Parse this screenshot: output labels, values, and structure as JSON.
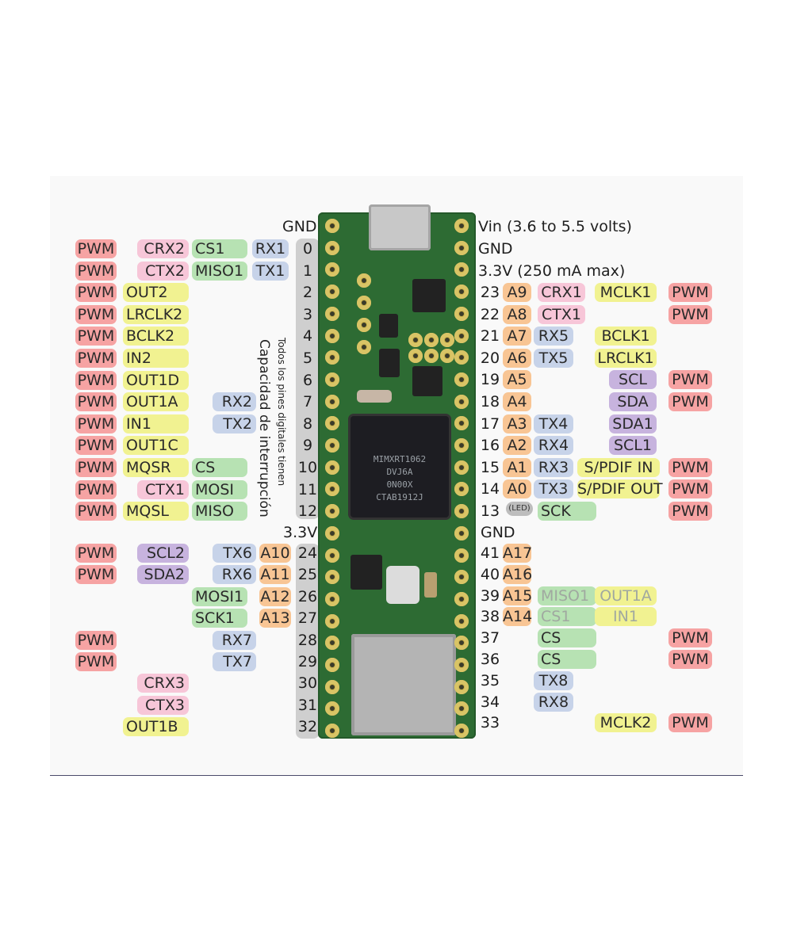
{
  "colors": {
    "pwm": "#f6a3a3",
    "can": "#f7c6d8",
    "spi": "#b7e2b3",
    "serial": "#c7d3e9",
    "audio": "#f1f291",
    "analog": "#f8c594",
    "i2c": "#c7b3de",
    "pin": "#cfcfcf",
    "board": "#2d6b33"
  },
  "top_labels": {
    "gnd_left": "GND",
    "vin": "Vin  (3.6 to 5.5 volts)",
    "gnd_right1": "GND",
    "v33_right": "3.3V (250 mA max)",
    "v33_left": "3.3V",
    "gnd_right2": "GND"
  },
  "vertical_note": {
    "line1": "Todos los pines digitales tienen",
    "line2": "Capacidad de interrupción"
  },
  "mcu_marking": [
    "MIMXRT1062",
    "DVJ6A",
    "0N00X",
    "CTAB1912J"
  ],
  "led_tag": "(LED)",
  "left_pins": [
    "0",
    "1",
    "2",
    "3",
    "4",
    "5",
    "6",
    "7",
    "8",
    "9",
    "10",
    "11",
    "12",
    "24",
    "25",
    "26",
    "27",
    "28",
    "29",
    "30",
    "31",
    "32"
  ],
  "right_pins": [
    "23",
    "22",
    "21",
    "20",
    "19",
    "18",
    "17",
    "16",
    "15",
    "14",
    "13",
    "41",
    "40",
    "39",
    "38",
    "37",
    "36",
    "35",
    "34",
    "33"
  ],
  "left_labels": {
    "r0": {
      "pwm": "PWM",
      "can": "CRX2",
      "spi": "CS1",
      "ser": "RX1"
    },
    "r1": {
      "pwm": "PWM",
      "can": "CTX2",
      "spi": "MISO1",
      "ser": "TX1"
    },
    "r2": {
      "pwm": "PWM",
      "aud": "OUT2"
    },
    "r3": {
      "pwm": "PWM",
      "aud": "LRCLK2"
    },
    "r4": {
      "pwm": "PWM",
      "aud": "BCLK2"
    },
    "r5": {
      "pwm": "PWM",
      "aud": "IN2"
    },
    "r6": {
      "pwm": "PWM",
      "aud": "OUT1D"
    },
    "r7": {
      "pwm": "PWM",
      "aud": "OUT1A",
      "ser": "RX2"
    },
    "r8": {
      "pwm": "PWM",
      "aud": "IN1",
      "ser": "TX2"
    },
    "r9": {
      "pwm": "PWM",
      "aud": "OUT1C"
    },
    "r10": {
      "pwm": "PWM",
      "aud": "MQSR",
      "spi": "CS"
    },
    "r11": {
      "pwm": "PWM",
      "can": "CTX1",
      "spi": "MOSI"
    },
    "r12": {
      "pwm": "PWM",
      "aud": "MQSL",
      "spi": "MISO"
    },
    "r24": {
      "pwm": "PWM",
      "i2c": "SCL2",
      "ser": "TX6",
      "ana": "A10"
    },
    "r25": {
      "pwm": "PWM",
      "i2c": "SDA2",
      "ser": "RX6",
      "ana": "A11"
    },
    "r26": {
      "spi": "MOSI1",
      "ana": "A12"
    },
    "r27": {
      "spi": "SCK1",
      "ana": "A13"
    },
    "r28": {
      "pwm": "PWM",
      "ser": "RX7"
    },
    "r29": {
      "pwm": "PWM",
      "ser": "TX7"
    },
    "r30": {
      "can": "CRX3"
    },
    "r31": {
      "can": "CTX3"
    },
    "r32": {
      "aud": "OUT1B"
    }
  },
  "right_labels": {
    "r23": {
      "ana": "A9",
      "can": "CRX1",
      "aud": "MCLK1",
      "pwm": "PWM"
    },
    "r22": {
      "ana": "A8",
      "can": "CTX1",
      "pwm": "PWM"
    },
    "r21": {
      "ana": "A7",
      "ser": "RX5",
      "aud": "BCLK1"
    },
    "r20": {
      "ana": "A6",
      "ser": "TX5",
      "aud": "LRCLK1"
    },
    "r19": {
      "ana": "A5",
      "i2c": "SCL",
      "pwm": "PWM"
    },
    "r18": {
      "ana": "A4",
      "i2c": "SDA",
      "pwm": "PWM"
    },
    "r17": {
      "ana": "A3",
      "ser": "TX4",
      "i2c": "SDA1"
    },
    "r16": {
      "ana": "A2",
      "ser": "RX4",
      "i2c": "SCL1"
    },
    "r15": {
      "ana": "A1",
      "ser": "RX3",
      "aud": "S/PDIF IN",
      "pwm": "PWM"
    },
    "r14": {
      "ana": "A0",
      "ser": "TX3",
      "aud": "S/PDIF OUT",
      "pwm": "PWM"
    },
    "r13": {
      "spi": "SCK",
      "pwm": "PWM"
    },
    "r41": {
      "ana": "A17"
    },
    "r40": {
      "ana": "A16"
    },
    "r39": {
      "ana": "A15",
      "spi": "MISO1",
      "aud": "OUT1A"
    },
    "r38": {
      "ana": "A14",
      "spi": "CS1",
      "aud": "IN1"
    },
    "r37": {
      "spi": "CS",
      "pwm": "PWM"
    },
    "r36": {
      "spi": "CS",
      "pwm": "PWM"
    },
    "r35": {
      "ser": "TX8"
    },
    "r34": {
      "ser": "RX8"
    },
    "r33": {
      "aud": "MCLK2",
      "pwm": "PWM"
    }
  }
}
